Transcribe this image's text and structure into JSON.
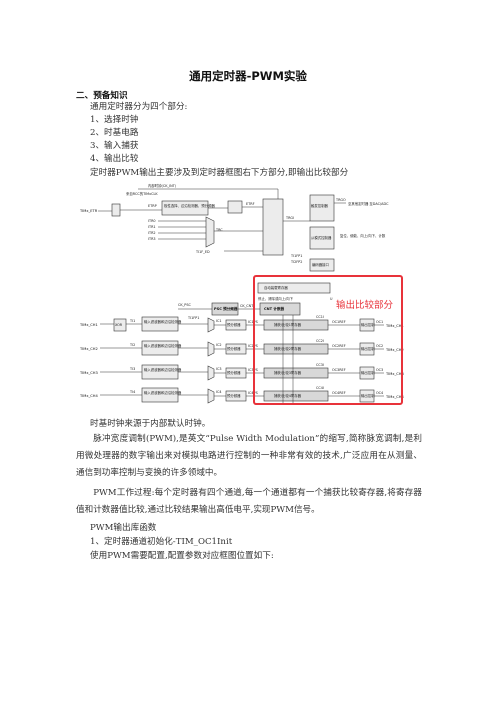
{
  "doc": {
    "title": "通用定时器-PWM实验",
    "section_heading": "二、预备知识",
    "intro": "通用定时器分为四个部分:",
    "list": [
      "1、选择时钟",
      "2、时基电路",
      "3、输入捕获",
      "4、输出比较"
    ],
    "diagram_caption": "定时器PWM输出主要涉及到定时器框图右下方部分,即输出比较部分",
    "clock_note": "时基时钟来源于内部默认时钟。",
    "pwm_paragraph": "脉冲宽度调制(PWM),是英文“Pulse Width Modulation”的缩写,简称脉宽调制,是利用微处理器的数字输出来对模拟电路进行控制的一种非常有效的技术,广泛应用在从测量、通信到功率控制与变换的许多领域中。",
    "pwm_process": "PWM工作过程:每个定时器有四个通道,每一个通道都有一个捕获比较寄存器,将寄存器值和计数器值比较,通过比较结果输出高低电平,实现PWM信号。",
    "lib_heading": "PWM输出库函数",
    "lib_item": "1、定时器通道初始化-TIM_OC1Init",
    "lib_note": "使用PWM需要配置,配置参数对应框图位置如下:"
  },
  "diagram": {
    "highlight_label": "输出比较部分",
    "highlight_color": "#e8323a",
    "labels": {
      "int_clock": "内部时钟(CK_INT)",
      "rcc_clock": "来自RCC的TIMxCLK",
      "etr_pin": "TIMx_ETR",
      "trigger_ctrl": "触发控制器",
      "slave_ctrl": "从模式控制器",
      "encoder": "编码器接口",
      "trgo": "TRGO",
      "trgo_note": "至其他定时器 至DAC/ADC",
      "reset_note": "复位、使能、向上/向下、计数",
      "auto_reload": "自动装载寄存器",
      "psc": "PSC 预分频器",
      "cnt": "CNT 计数器",
      "ck_psc": "CK_PSC",
      "ck_cnt": "CK_CNT",
      "xor": "XOR",
      "ch1_in": "TIMx_CH1",
      "ch2_in": "TIMx_CH2",
      "ch3_in": "TIMx_CH3",
      "ch4_in": "TIMx_CH4",
      "ch1_out": "TIMx_CH1",
      "ch2_out": "TIMx_CH2",
      "ch3_out": "TIMx_CH3",
      "ch4_out": "TIMx_CH4",
      "filter": "输入滤波器和边沿检测器",
      "prescaler": "预分频器",
      "ccr1": "捕获/比较1寄存器",
      "ccr2": "捕获/比较2寄存器",
      "ccr3": "捕获/比较3寄存器",
      "ccr4": "捕获/比较4寄存器",
      "output_ctrl": "输出控制",
      "ic": [
        "IC1",
        "IC2",
        "IC3",
        "IC4"
      ],
      "icps": [
        "IC1PS",
        "IC2PS",
        "IC3PS",
        "IC4PS"
      ],
      "oc": [
        "OC1",
        "OC2",
        "OC3",
        "OC4"
      ],
      "oc_ref": [
        "OC1REF",
        "OC2REF",
        "OC3REF",
        "OC4REF"
      ],
      "ti": [
        "TI1",
        "TI2",
        "TI3",
        "TI4"
      ],
      "etrf": "ETRF",
      "itr": [
        "ITR0",
        "ITR1",
        "ITR2",
        "ITR3"
      ],
      "etrp": "ETRP",
      "trgi": "TRGI",
      "trc": "TRC",
      "ti1f_ed": "TI1F_ED",
      "ti1fp1": "TI1FP1",
      "ti2fp2": "TI2FP2",
      "uie": "U",
      "cc_ie": [
        "CC1I",
        "CC2I",
        "CC3I",
        "CC4I"
      ],
      "stop_note": "停止、清除或向上/向下",
      "etr_filter": "极性选择、边沿检测器、预分频器",
      "input_filter_short": "输入滤波器"
    }
  }
}
